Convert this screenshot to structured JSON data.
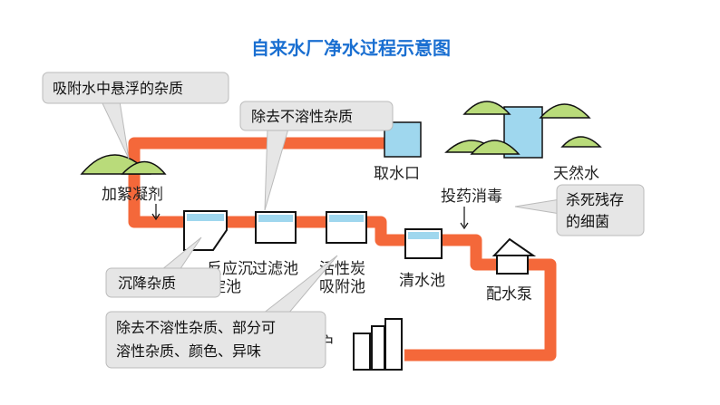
{
  "title": "自来水厂净水过程示意图",
  "labels": {
    "natural_water": "天然水",
    "intake": "取水口",
    "coagulant": "加絮凝剂",
    "sedimentation_line1": "反应沉",
    "sedimentation_line2": "淀池",
    "filter": "过滤池",
    "carbon_line1": "活性炭",
    "carbon_line2": "吸附池",
    "clear_water": "清水池",
    "disinfect": "投药消毒",
    "pump": "配水泵",
    "user": "用户"
  },
  "callouts": {
    "adsorb": "吸附水中悬浮的杂质",
    "remove_insoluble": "除去不溶性杂质",
    "settle": "沉降杂质",
    "kill_line1": "杀死残存",
    "kill_line2": "的细菌",
    "carbon_line1": "除去不溶性杂质、部分可",
    "carbon_line2": "溶性杂质、颜色、异味"
  },
  "colors": {
    "pipe": "#f4683a",
    "title": "#1a6fd1",
    "water": "#9fd7ee",
    "foliage": "#b9db7a",
    "callout_fill": "#e6e6e6"
  },
  "icons": [
    "tree-icon",
    "building-icon",
    "pump-house-icon",
    "tank-icon"
  ]
}
